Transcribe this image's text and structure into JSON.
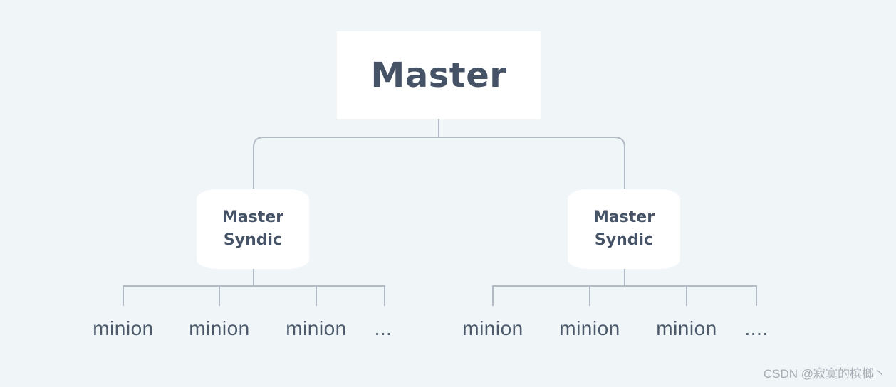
{
  "diagram": {
    "master": "Master",
    "syndics": [
      {
        "line1": "Master",
        "line2": "Syndic"
      },
      {
        "line1": "Master",
        "line2": "Syndic"
      }
    ],
    "left_leaves": [
      "minion",
      "minion",
      "minion",
      "..."
    ],
    "right_leaves": [
      "minion",
      "minion",
      "minion",
      "...."
    ]
  },
  "watermark": "CSDN @寂寞的槟榔丶",
  "colors": {
    "background": "#f0f6f8",
    "node_fill": "#ffffff",
    "node_text": "#465366",
    "connector": "#b2bac6",
    "watermark": "#a7adb5"
  }
}
